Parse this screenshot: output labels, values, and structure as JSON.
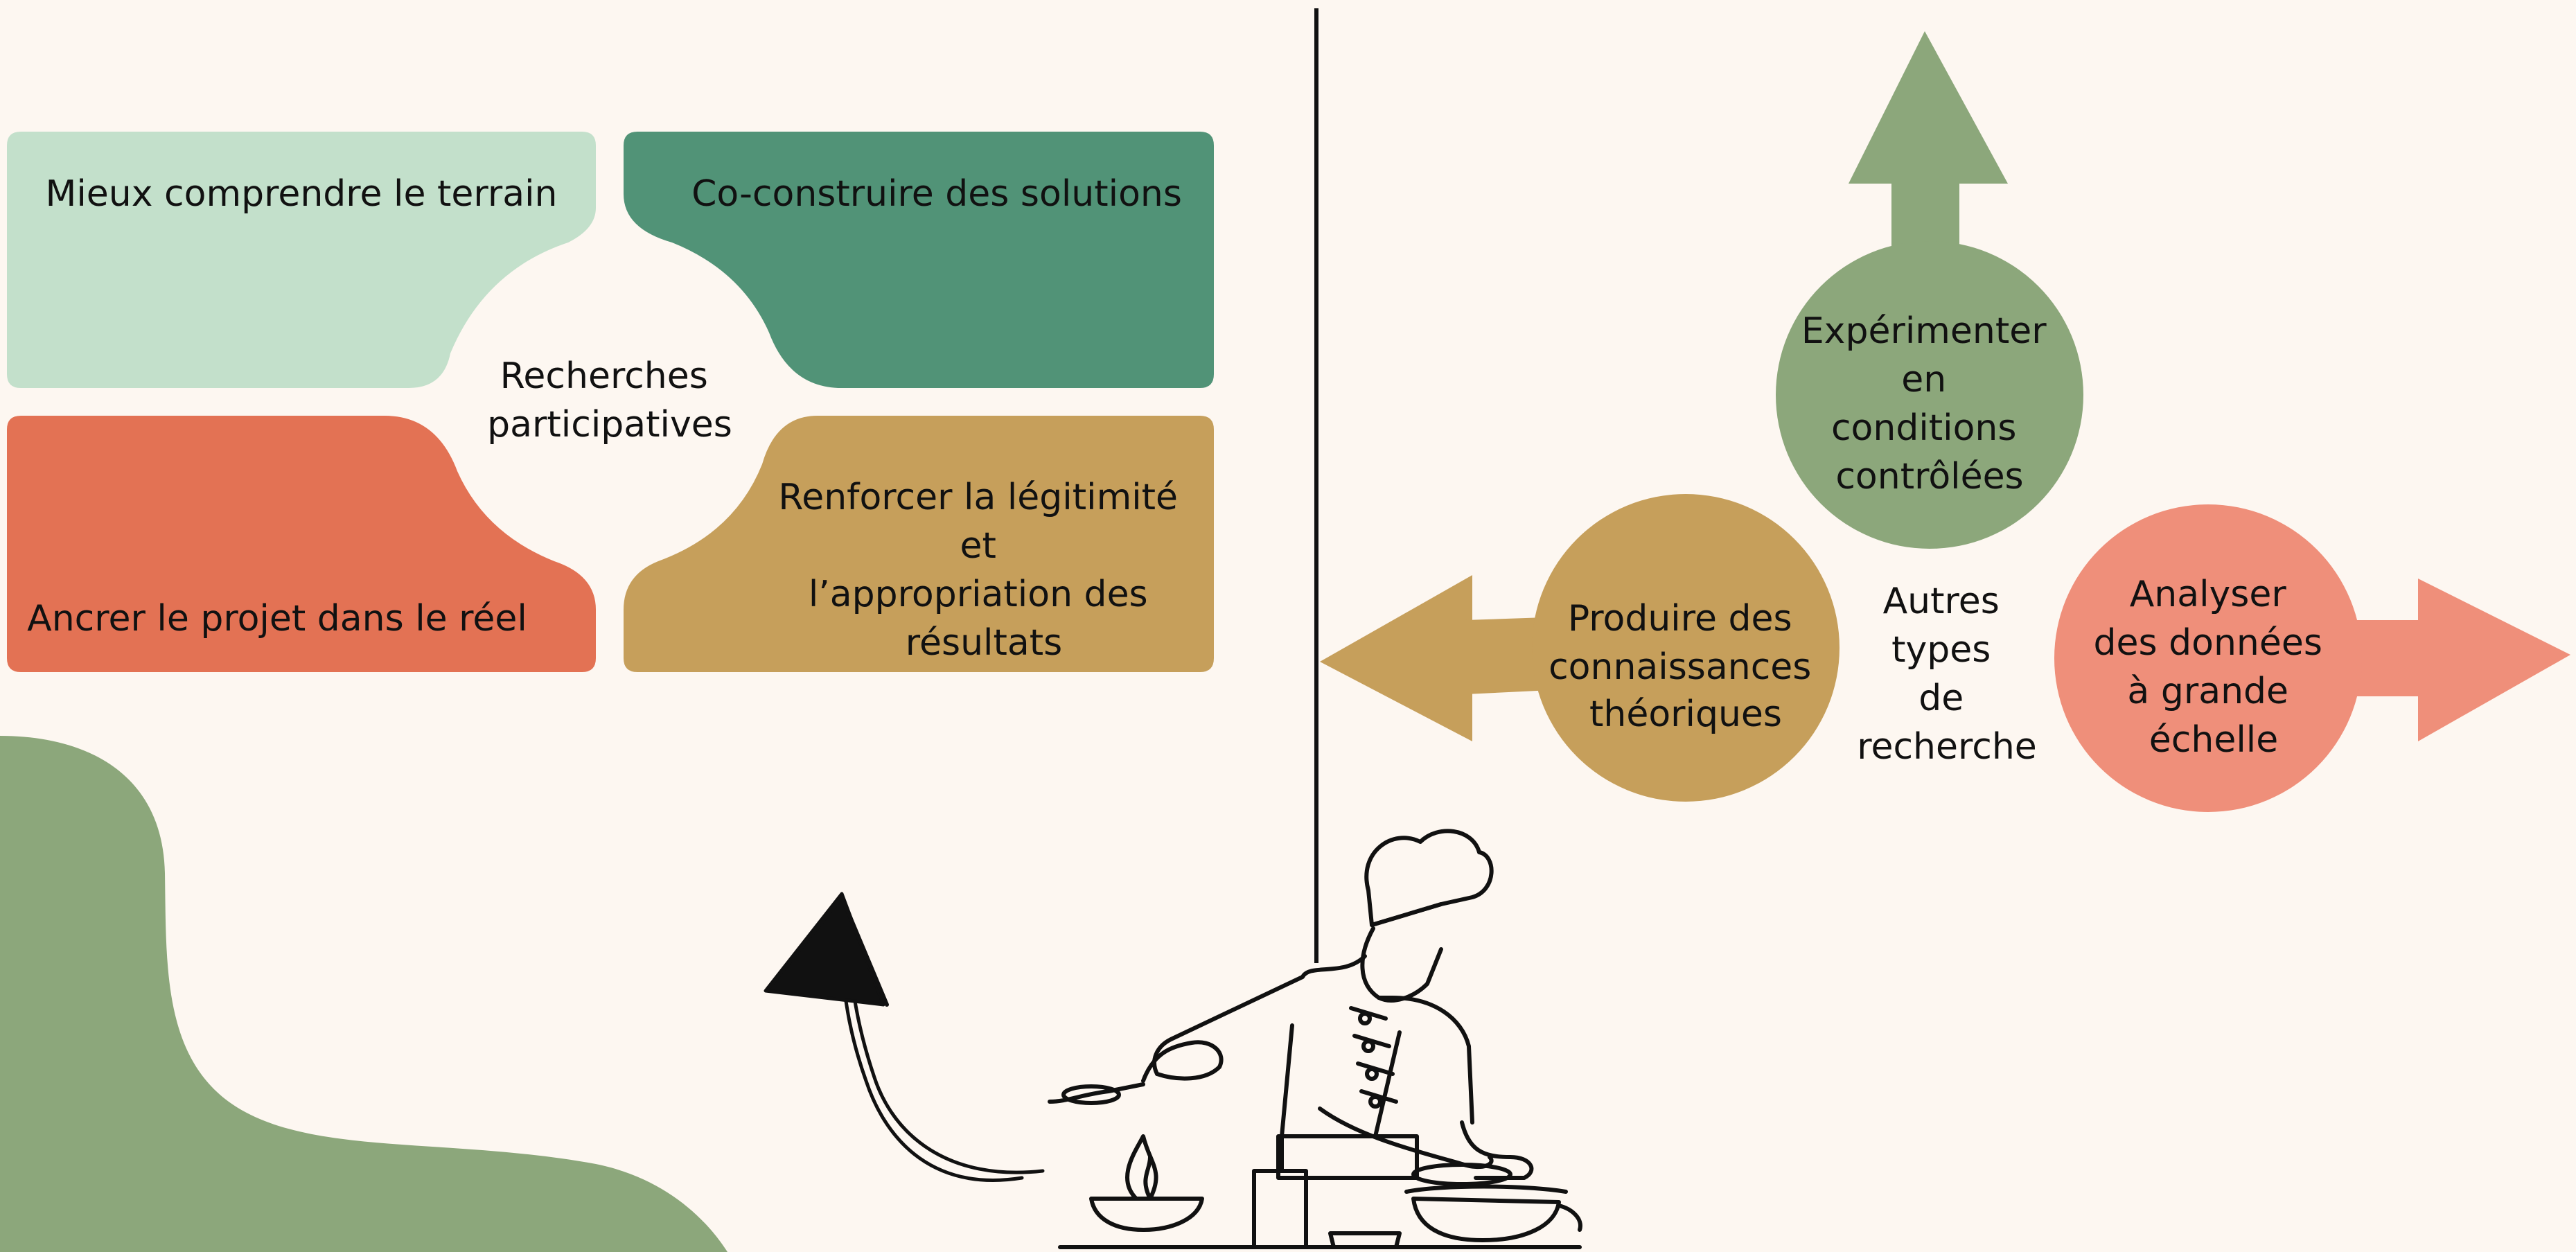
{
  "colors": {
    "background": "#fdf7f1",
    "light_green": "#c3e0cb",
    "teal_green": "#519377",
    "coral": "#e37254",
    "ochre": "#c69f5b",
    "sage": "#8ca77b",
    "salmon": "#ef8f7a",
    "line": "#111111"
  },
  "left": {
    "center_line1": "Recherches",
    "center_line2": "participatives",
    "tiles": {
      "top_left": "Mieux comprendre le terrain",
      "top_right": "Co-construire des solutions",
      "bottom_left": "Ancrer le projet dans le réel",
      "bottom_right_lines": [
        "Renforcer la légitimité",
        "et",
        "l’appropriation des",
        "résultats"
      ]
    }
  },
  "right": {
    "center_lines": [
      "Autres",
      "types",
      "de",
      "recherche"
    ],
    "top_circle_lines": [
      "Expérimenter",
      "en",
      "conditions",
      "contrôlées"
    ],
    "left_circle_lines": [
      "Produire des",
      "connaissances",
      "théoriques"
    ],
    "right_circle_lines": [
      "Analyser",
      "des données",
      "à grande",
      "échelle"
    ]
  },
  "icons": {
    "chef": "chef-cooking-illustration",
    "arrow": "hand-drawn-curved-arrow-icon"
  }
}
